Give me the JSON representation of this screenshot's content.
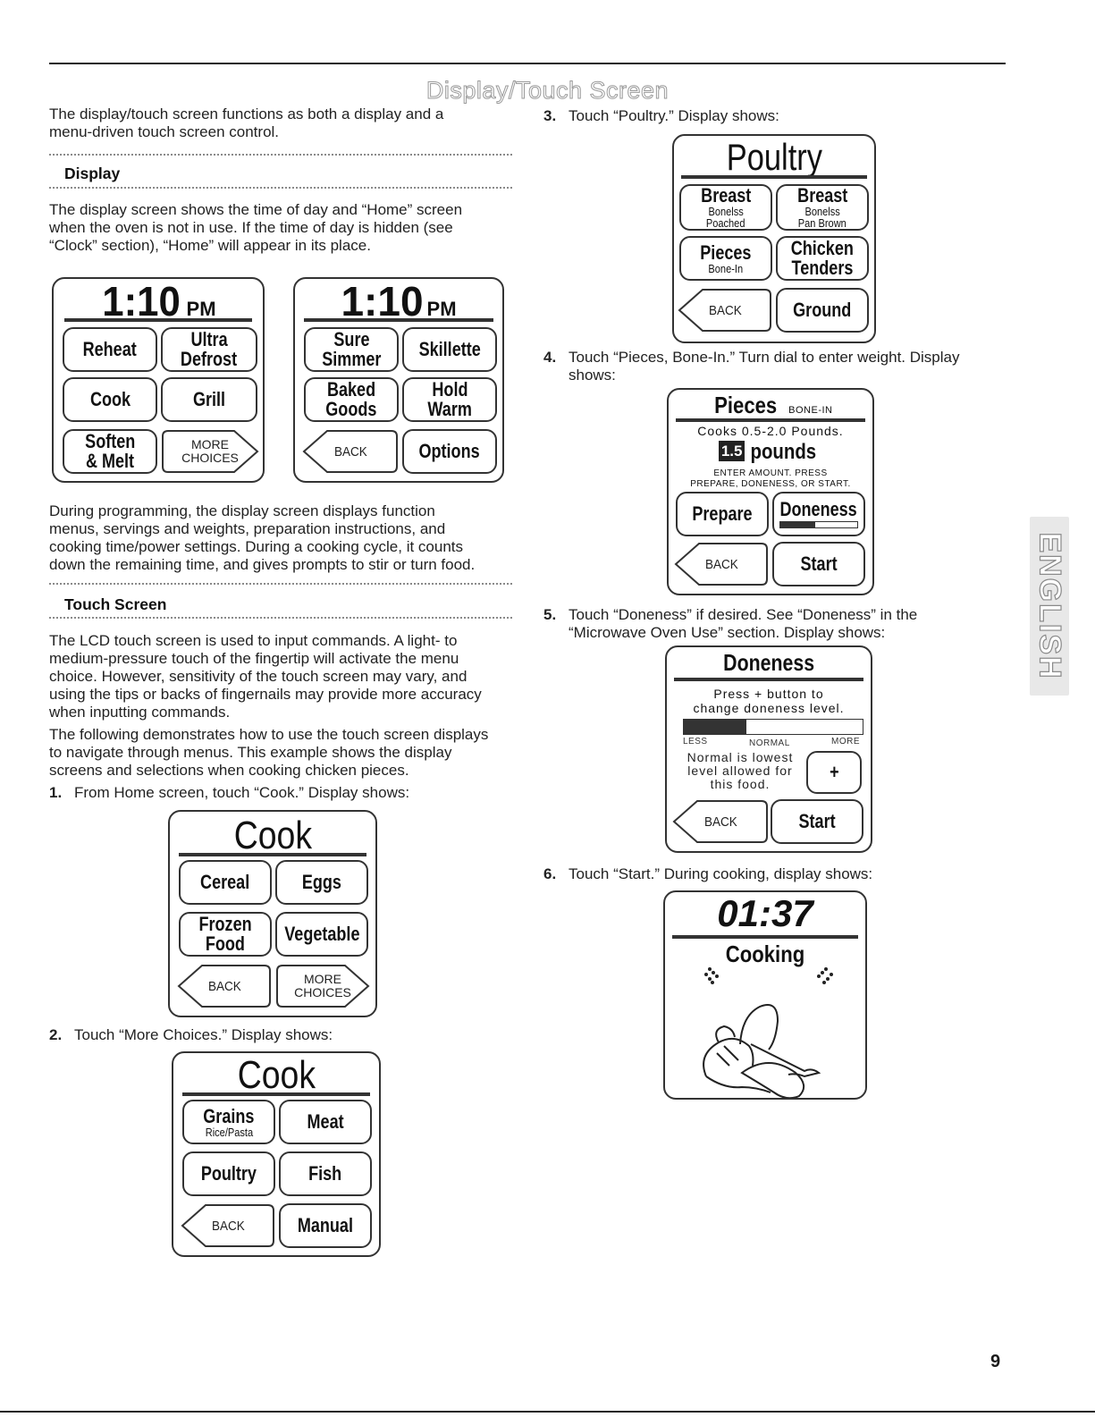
{
  "page": {
    "title": "Display/Touch Screen",
    "intro": "The display/touch screen functions as both a display and a menu-driven touch screen control.",
    "page_number": "9",
    "side_tab": "ENGLISH"
  },
  "display_section": {
    "heading": "Display",
    "para1_line1": "The display screen shows the time of day and “Home” screen",
    "para1_line2": "when the oven is not in use. If the time of day is hidden (see",
    "para1_line3": "“Clock” section), “Home” will appear in its place.",
    "para2_line1": "During programming, the display screen displays function",
    "para2_line2": "menus, servings and weights, preparation instructions, and",
    "para2_line3": "cooking time/power settings. During a cooking cycle, it counts",
    "para2_line4": "down the remaining time, and gives prompts to stir or turn food."
  },
  "touch_section": {
    "heading": "Touch Screen",
    "p1_l1": "The LCD touch screen is used to input commands. A light- to",
    "p1_l2": "medium-pressure touch of the fingertip will activate the menu",
    "p1_l3": "choice. However, sensitivity of the touch screen may vary, and",
    "p1_l4": "using the tips or backs of fingernails may provide more accuracy",
    "p1_l5": "when inputting commands.",
    "p2_l1": "The following demonstrates how to use the touch screen displays",
    "p2_l2": "to navigate through menus. This example shows the display",
    "p2_l3": "screens and selections when cooking chicken pieces."
  },
  "steps": [
    {
      "num": "1.",
      "text": "From Home screen, touch “Cook.” Display shows:"
    },
    {
      "num": "2.",
      "text": "Touch “More Choices.” Display shows:"
    },
    {
      "num": "3.",
      "text": "Touch “Poultry.” Display shows:"
    },
    {
      "num": "4.",
      "text_l1": "Touch “Pieces, Bone-In.” Turn dial to enter weight. Display",
      "text_l2": "shows:"
    },
    {
      "num": "5.",
      "text_l1": "Touch “Doneness” if desired. See “Doneness” in the",
      "text_l2": "“Microwave Oven Use” section. Display shows:"
    },
    {
      "num": "6.",
      "text": "Touch “Start.” During cooking, display shows:"
    }
  ],
  "home1": {
    "time": "1:10",
    "ampm": "PM",
    "b1": "Reheat",
    "b2a": "Ultra",
    "b2b": "Defrost",
    "b3": "Cook",
    "b4": "Grill",
    "b5a": "Soften",
    "b5b": "& Melt",
    "more_a": "MORE",
    "more_b": "CHOICES"
  },
  "home2": {
    "time": "1:10",
    "ampm": "PM",
    "b1a": "Sure",
    "b1b": "Simmer",
    "b2": "Skillette",
    "b3a": "Baked",
    "b3b": "Goods",
    "b4a": "Hold",
    "b4b": "Warm",
    "back": "BACK",
    "b6": "Options"
  },
  "cook1": {
    "title": "Cook",
    "b1": "Cereal",
    "b2": "Eggs",
    "b3a": "Frozen",
    "b3b": "Food",
    "b4": "Vegetable",
    "back": "BACK",
    "more_a": "MORE",
    "more_b": "CHOICES"
  },
  "cook2": {
    "title": "Cook",
    "b1": "Grains",
    "b1s": "Rice/Pasta",
    "b2": "Meat",
    "b3": "Poultry",
    "b4": "Fish",
    "back": "BACK",
    "b6": "Manual"
  },
  "poultry": {
    "title": "Poultry",
    "b1": "Breast",
    "b1s1": "Bonelss",
    "b1s2": "Poached",
    "b2": "Breast",
    "b2s1": "Bonelss",
    "b2s2": "Pan Brown",
    "b3": "Pieces",
    "b3s": "Bone-In",
    "b4a": "Chicken",
    "b4b": "Tenders",
    "back": "BACK",
    "b6": "Ground"
  },
  "pieces": {
    "title": "Pieces",
    "title_suffix": "BONE-IN",
    "line1": "Cooks 0.5-2.0 Pounds.",
    "amount": "1.5",
    "unit": "pounds",
    "instr1": "ENTER AMOUNT. PRESS",
    "instr2": "PREPARE, DONENESS, OR START.",
    "b1": "Prepare",
    "b2": "Doneness",
    "back": "BACK",
    "b4": "Start"
  },
  "doneness": {
    "title": "Doneness",
    "l1": "Press + button to",
    "l2": "change doneness level.",
    "less": "LESS",
    "normal": "NORMAL",
    "more": "MORE",
    "level_fraction": 0.35,
    "n1": "Normal is lowest",
    "n2": "level allowed for",
    "n3": "this food.",
    "plus": "+",
    "back": "BACK",
    "start": "Start"
  },
  "cooking": {
    "time": "01:37",
    "label": "Cooking"
  }
}
